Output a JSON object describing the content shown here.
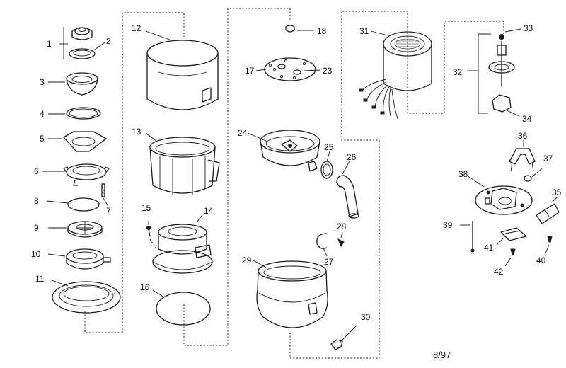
{
  "labels": {
    "p1": "1",
    "p2": "2",
    "p3": "3",
    "p4": "4",
    "p5": "5",
    "p6": "6",
    "p7": "7",
    "p8": "8",
    "p9": "9",
    "p10": "10",
    "p11": "11",
    "p12": "12",
    "p13": "13",
    "p14": "14",
    "p15": "15",
    "p16": "16",
    "p17": "17",
    "p18": "18",
    "p23": "23",
    "p24": "24",
    "p25": "25",
    "p26": "26",
    "p27": "27",
    "p28": "28",
    "p29": "29",
    "p30": "30",
    "p31": "31",
    "p32": "32",
    "p33": "33",
    "p34": "34",
    "p35": "35",
    "p36": "36",
    "p37": "37",
    "p38": "38",
    "p39": "39",
    "p40": "40",
    "p41": "41",
    "p42": "42"
  },
  "date_code": "8/97"
}
